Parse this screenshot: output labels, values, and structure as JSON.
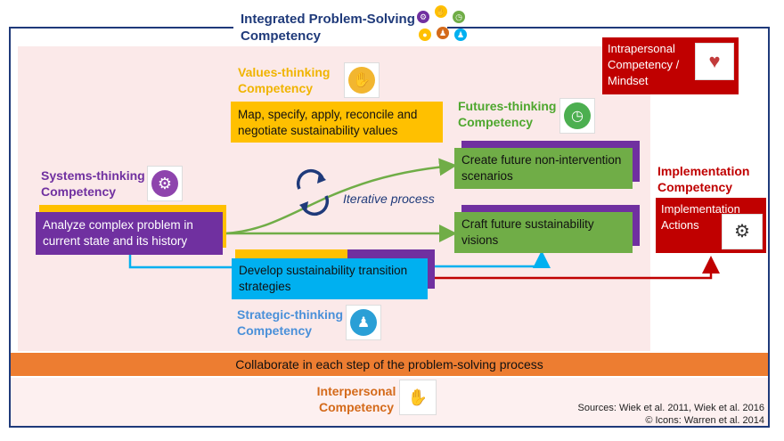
{
  "title": "Integrated Problem-Solving Competency",
  "values": {
    "label": "Values-thinking Competency",
    "box": "Map, specify, apply, reconcile and negotiate sustainability values",
    "icon": "hand-icon"
  },
  "futures": {
    "label": "Futures-thinking Competency",
    "box1": "Create future non-intervention scenarios",
    "box2": "Craft future sustainability visions",
    "icon": "clock-icon"
  },
  "systems": {
    "label": "Systems-thinking Competency",
    "box": "Analyze complex problem in current state and its history",
    "icon": "gear-icon"
  },
  "strategic": {
    "label": "Strategic-thinking Competency",
    "box": "Develop sustainability transition strategies",
    "icon": "chess-pawn-icon"
  },
  "iterative": "Iterative process",
  "intrapersonal": "Intrapersonal Competency / Mindset",
  "implementation": {
    "label": "Implementation Competency",
    "box": "Implementation Actions"
  },
  "collaborate": "Collaborate in each step of the problem-solving process",
  "interpersonal": "Interpersonal Competency",
  "sources": {
    "line1": "Sources: Wiek et al. 2011, Wiek et al. 2016",
    "line2": "© Icons: Warren et al. 2014"
  },
  "colors": {
    "navy": "#1f3a7a",
    "purple": "#7030a0",
    "yellow": "#ffc000",
    "green": "#70ad47",
    "blue": "#00b0f0",
    "red": "#c00000",
    "orange": "#ed7d31",
    "values_text": "#f0b400",
    "futures_text": "#4ea72e",
    "strategic_text": "#4a90d9",
    "interpersonal_text": "#d46a1a"
  }
}
